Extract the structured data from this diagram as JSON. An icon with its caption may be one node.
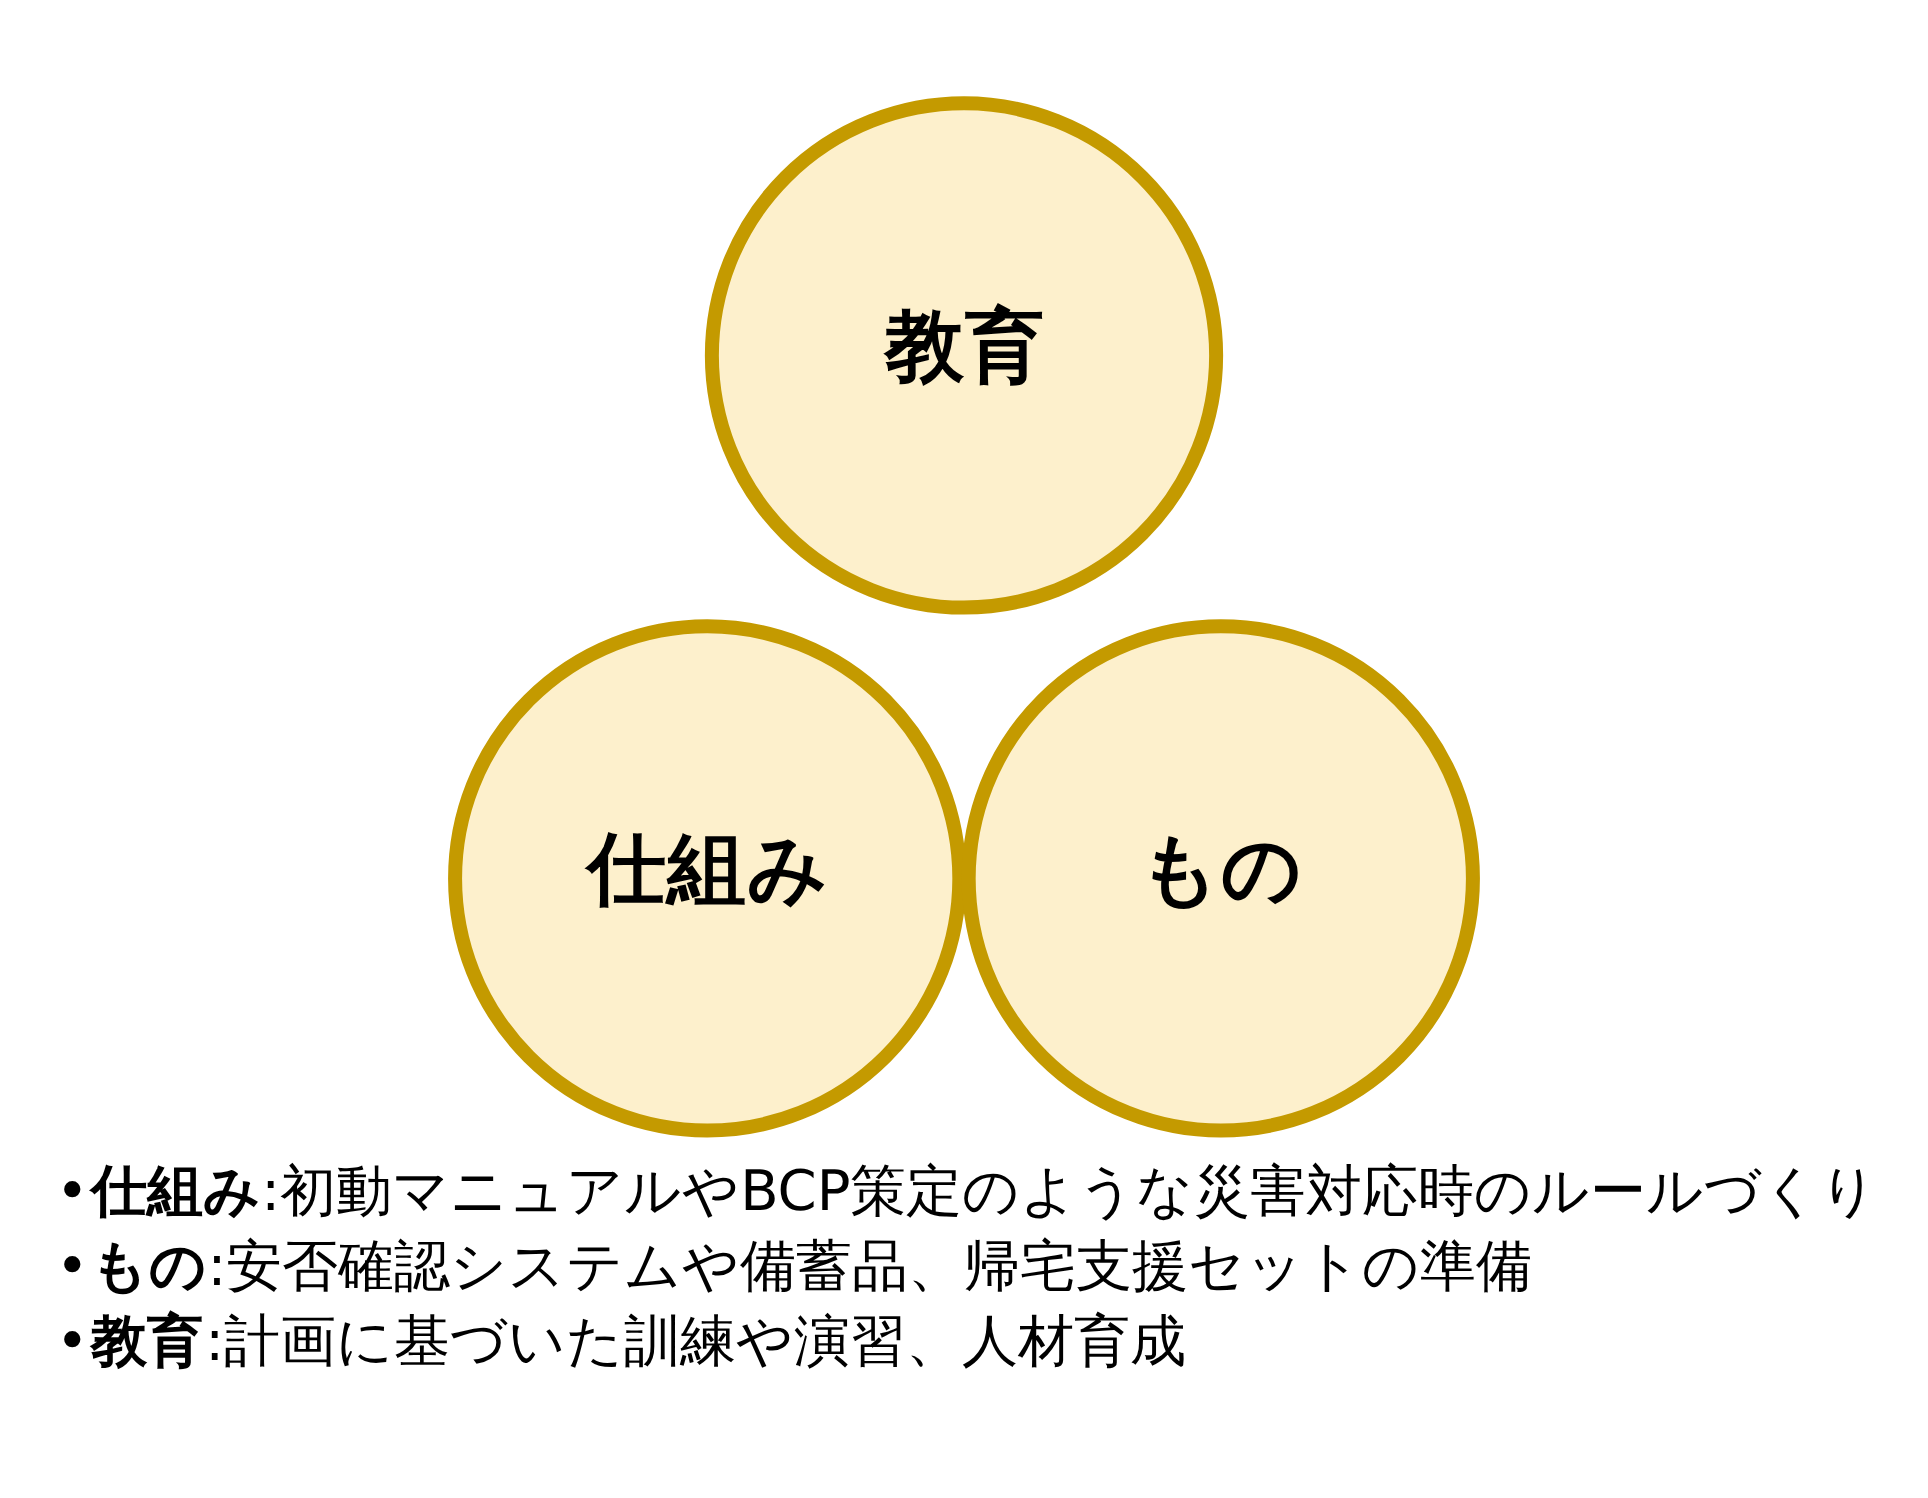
{
  "diagram": {
    "nodes": [
      {
        "text": [
          "教育"
        ]
      },
      {
        "text": [
          "仕組み"
        ]
      },
      {
        "text": [
          "もの"
        ]
      }
    ],
    "labels": [
      "•**仕組み**:初動マニュアルやBCP策定のような災害対応時のルールづくり",
      "•**もの**:安否確認システムや備蓄品、帰宅支援セットの準備",
      "•**教育**:計画に基づいた訓練や演習、人材育成"
    ]
  }
}
